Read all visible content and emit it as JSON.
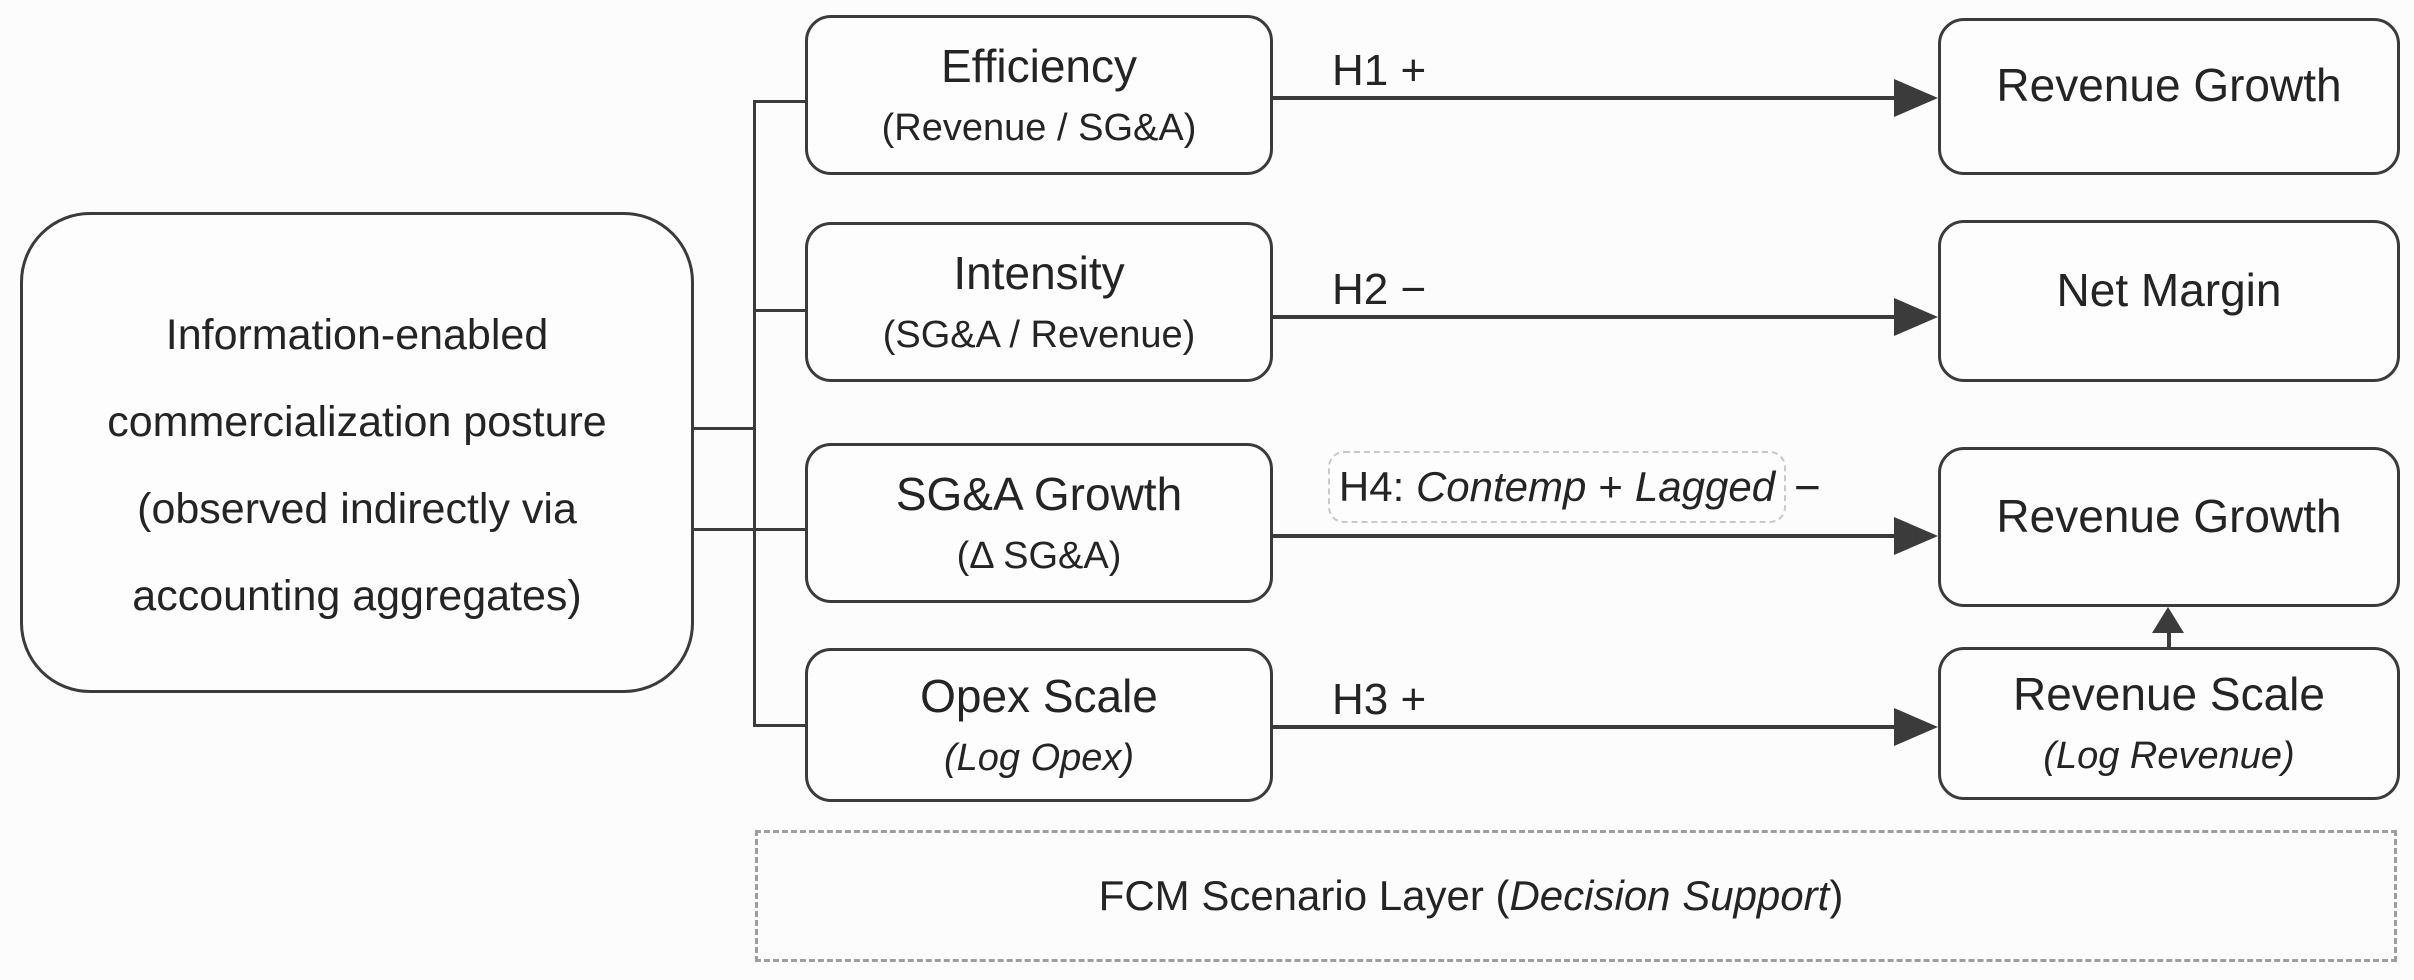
{
  "figure": {
    "kind": "conceptual path model diagram",
    "colors": {
      "background": "#fcfcfc",
      "node_fill": "#fdfdfd",
      "stroke": "#3b3b3b",
      "text": "#242424",
      "dashed_fcm": "#9e9e9e",
      "dashed_h4": "#c9c9c9"
    }
  },
  "nodes": {
    "latent": {
      "line1": "Information-enabled",
      "line2": "commercialization posture",
      "line3": "(observed indirectly via",
      "line4": "accounting aggregates)"
    },
    "efficiency": {
      "title": "Efficiency",
      "subtitle": "(Revenue / SG&A)"
    },
    "intensity": {
      "title": "Intensity",
      "subtitle": "(SG&A / Revenue)"
    },
    "sga_growth": {
      "title": "SG&A Growth",
      "subtitle": "(Δ SG&A)"
    },
    "opex_scale": {
      "title": "Opex Scale",
      "subtitle": "(Log Opex)"
    },
    "revenue_growth_h1": {
      "title": "Revenue Growth"
    },
    "net_margin": {
      "title": "Net Margin"
    },
    "revenue_growth_h4": {
      "title": "Revenue Growth"
    },
    "revenue_scale": {
      "title": "Revenue Scale",
      "subtitle": "(Log Revenue)"
    }
  },
  "edges": {
    "h1": {
      "label": "H1 +"
    },
    "h2": {
      "label": "H2 −"
    },
    "h3": {
      "label": "H3 +"
    },
    "h4": {
      "prefix": "H4:",
      "contemp": "Contemp",
      "plus": "+",
      "lagged": "Lagged",
      "minus": "−"
    }
  },
  "fcm": {
    "prefix": "FCM Scenario Layer (",
    "italic": "Decision Support",
    "suffix": ")"
  }
}
